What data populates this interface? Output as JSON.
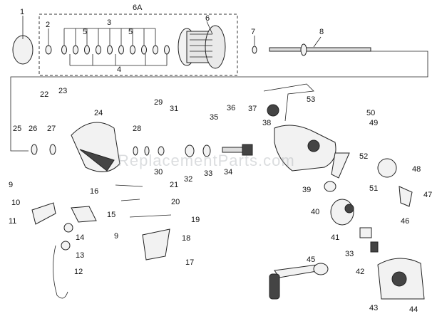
{
  "watermark": "ReplacementParts.com",
  "labels": [
    "1",
    "2",
    "3",
    "4",
    "5",
    "5",
    "6",
    "6A",
    "7",
    "8",
    "9",
    "9",
    "10",
    "11",
    "12",
    "13",
    "14",
    "15",
    "16",
    "17",
    "18",
    "19",
    "20",
    "21",
    "22",
    "23",
    "24",
    "25",
    "26",
    "27",
    "28",
    "29",
    "30",
    "31",
    "32",
    "33",
    "33",
    "34",
    "35",
    "36",
    "37",
    "38",
    "39",
    "40",
    "41",
    "42",
    "43",
    "44",
    "45",
    "46",
    "47",
    "48",
    "49",
    "50",
    "51",
    "52",
    "53"
  ]
}
